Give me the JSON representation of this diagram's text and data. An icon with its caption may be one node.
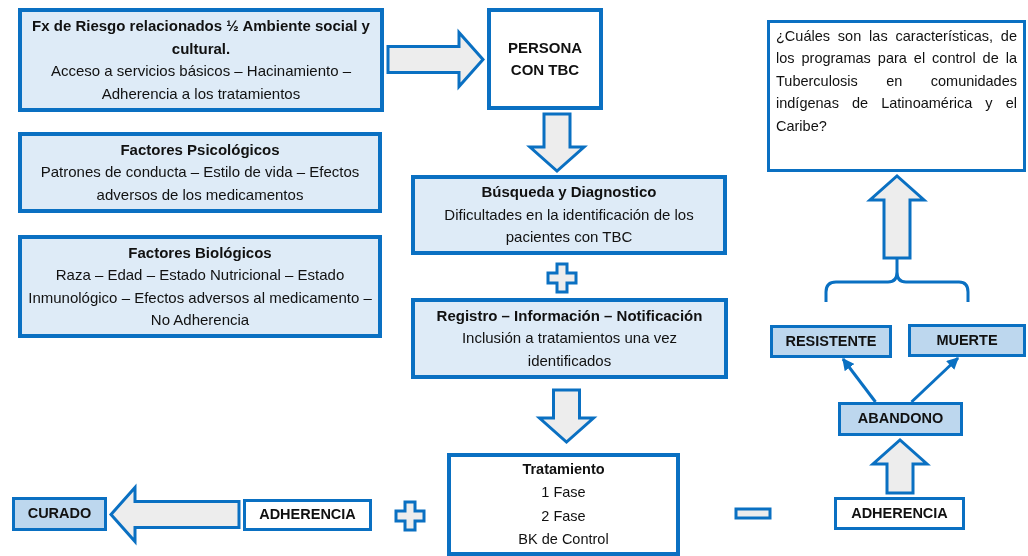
{
  "diagram": {
    "nodes": [
      {
        "text": [
          "Fx de Riesgo relacionados ½ Ambiente social y cultural.",
          "Acceso a servicios básicos – Hacinamiento – Adherencia a los tratamientos"
        ]
      },
      {
        "text": [
          "PERSONA CON TBC"
        ]
      },
      {
        "text": [
          "Factores Psicológicos",
          "Patrones de conducta – Estilo de vida – Efectos adversos de los medicamentos"
        ]
      },
      {
        "text": [
          "Factores Biológicos",
          "Raza – Edad – Estado Nutricional – Estado Inmunológico – Efectos adversos al medicamento – No Adherencia"
        ]
      },
      {
        "text": [
          "Búsqueda y Diagnostico",
          "Dificultades en la identificación de los pacientes con TBC"
        ]
      },
      {
        "text": [
          "Registro – Información – Notificación",
          "Inclusión a tratamientos una vez identificados"
        ]
      },
      {
        "text": [
          "Tratamiento",
          "1 Fase",
          "2 Fase",
          "BK de Control"
        ]
      },
      {
        "text": [
          "CURADO"
        ]
      },
      {
        "text": [
          "ADHERENCIA"
        ]
      },
      {
        "text": [
          "ADHERENCIA"
        ]
      },
      {
        "text": [
          "ABANDONO"
        ]
      },
      {
        "text": [
          "RESISTENTE"
        ]
      },
      {
        "text": [
          "MUERTE"
        ]
      },
      {
        "text": [
          "¿Cuáles son las características, de los programas para el control de la Tuberculosis en comunidades indígenas de Latinoamérica y el Caribe?"
        ]
      }
    ],
    "edges": [
      {
        "from": 0,
        "to": 1,
        "arrow": "to"
      },
      {
        "from": 1,
        "to": 4,
        "arrow": "to"
      },
      {
        "from": 5,
        "to": 6,
        "arrow": "to"
      },
      {
        "from": 8,
        "to": 7,
        "arrow": "to"
      },
      {
        "from": 9,
        "to": 10,
        "arrow": "to"
      },
      {
        "from": 10,
        "to": 11,
        "arrow": "to"
      },
      {
        "from": 10,
        "to": 12,
        "arrow": "to"
      },
      {
        "from": null,
        "to": 13,
        "arrow": "to"
      }
    ]
  }
}
